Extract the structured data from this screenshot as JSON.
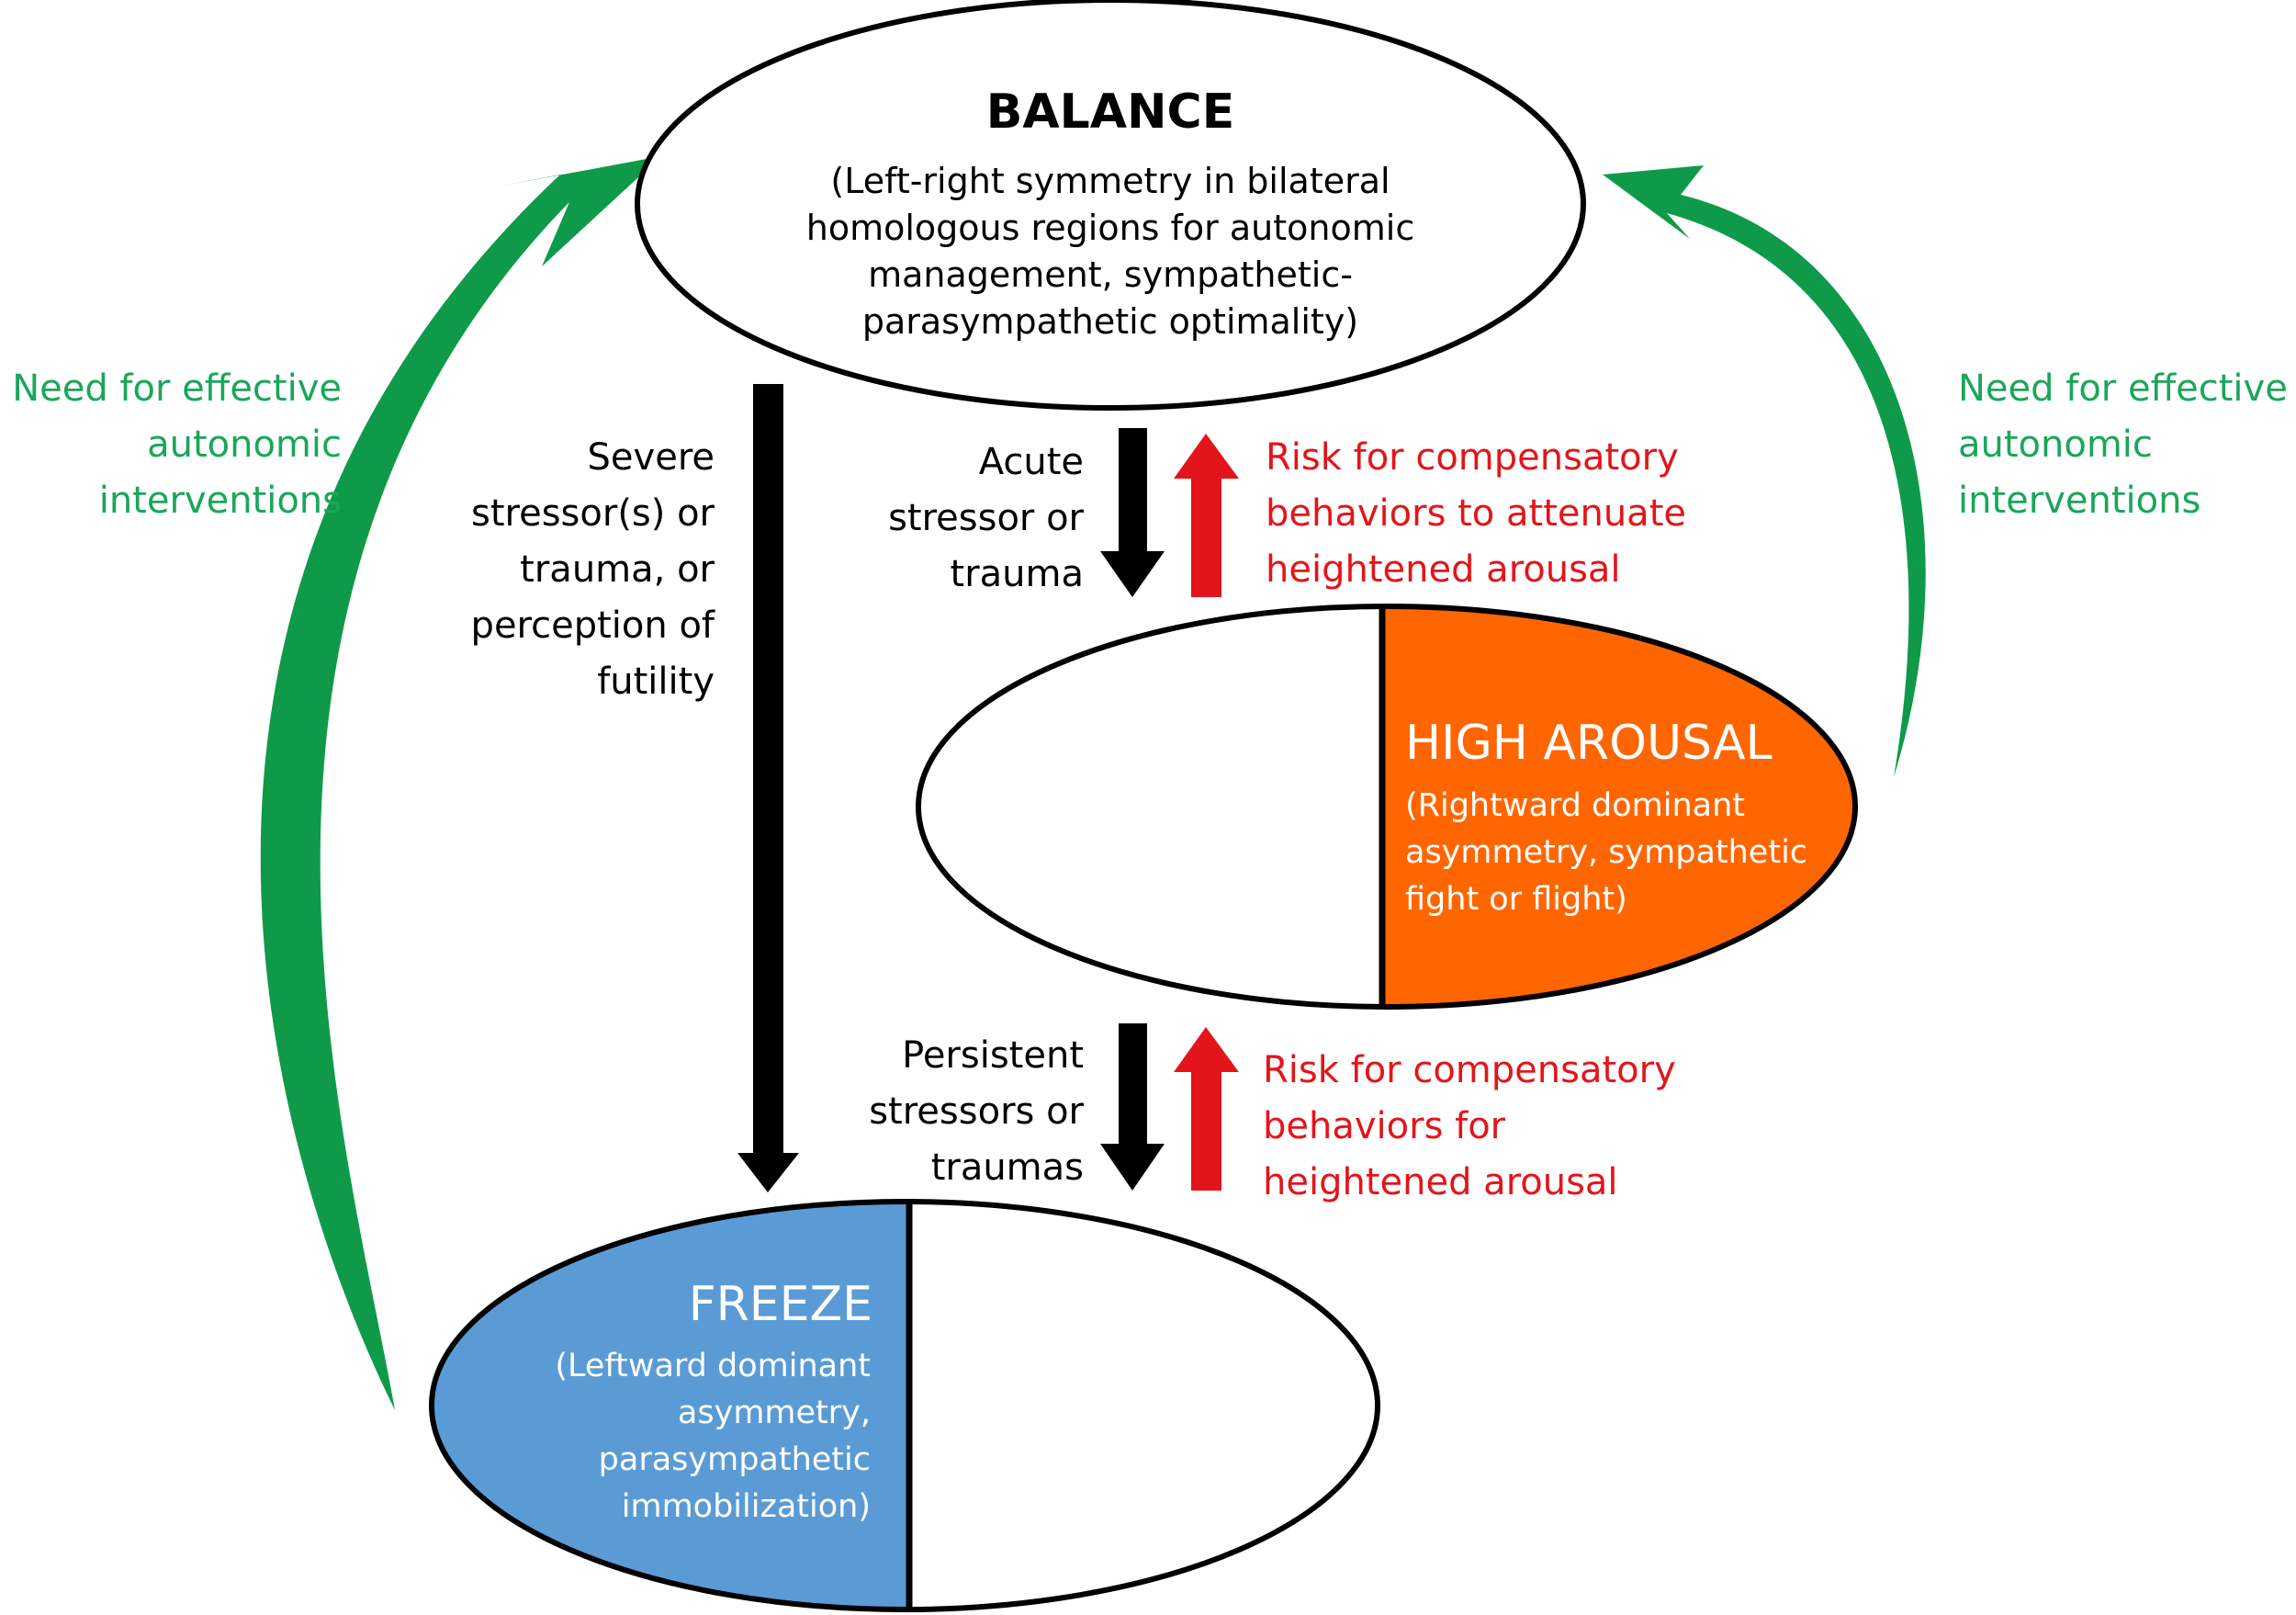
{
  "colors": {
    "green_arrow": "#0f9a4a",
    "green_text": "#1aa65a",
    "red": "#e3151a",
    "black": "#000000",
    "high_arousal_fill": "#ff6600",
    "freeze_fill": "#5b9bd5"
  },
  "balance": {
    "title": "BALANCE",
    "desc": [
      "(Left-right symmetry in bilateral",
      "homologous  regions for autonomic",
      "management, sympathetic-",
      "parasympathetic optimality)"
    ]
  },
  "high_arousal": {
    "title": "HIGH AROUSAL",
    "desc": [
      "(Rightward dominant",
      "asymmetry, sympathetic",
      "fight or flight)"
    ]
  },
  "freeze": {
    "title": "FREEZE",
    "desc": [
      "(Leftward dominant",
      "asymmetry,",
      "parasympathetic",
      "immobilization)"
    ]
  },
  "severe": [
    "Severe",
    "stressor(s) or",
    "trauma, or",
    "perception of",
    "futility"
  ],
  "acute": [
    "Acute",
    "stressor or",
    "trauma"
  ],
  "persistent": [
    "Persistent",
    "stressors or",
    "traumas"
  ],
  "risk_top": [
    "Risk for compensatory",
    "behaviors to attenuate",
    "heightened arousal"
  ],
  "risk_bottom": [
    "Risk for compensatory",
    "behaviors for",
    "heightened arousal"
  ],
  "need_left": [
    "Need for effective",
    "autonomic",
    "interventions"
  ],
  "need_right": [
    "Need for effective",
    "autonomic",
    "interventions"
  ]
}
